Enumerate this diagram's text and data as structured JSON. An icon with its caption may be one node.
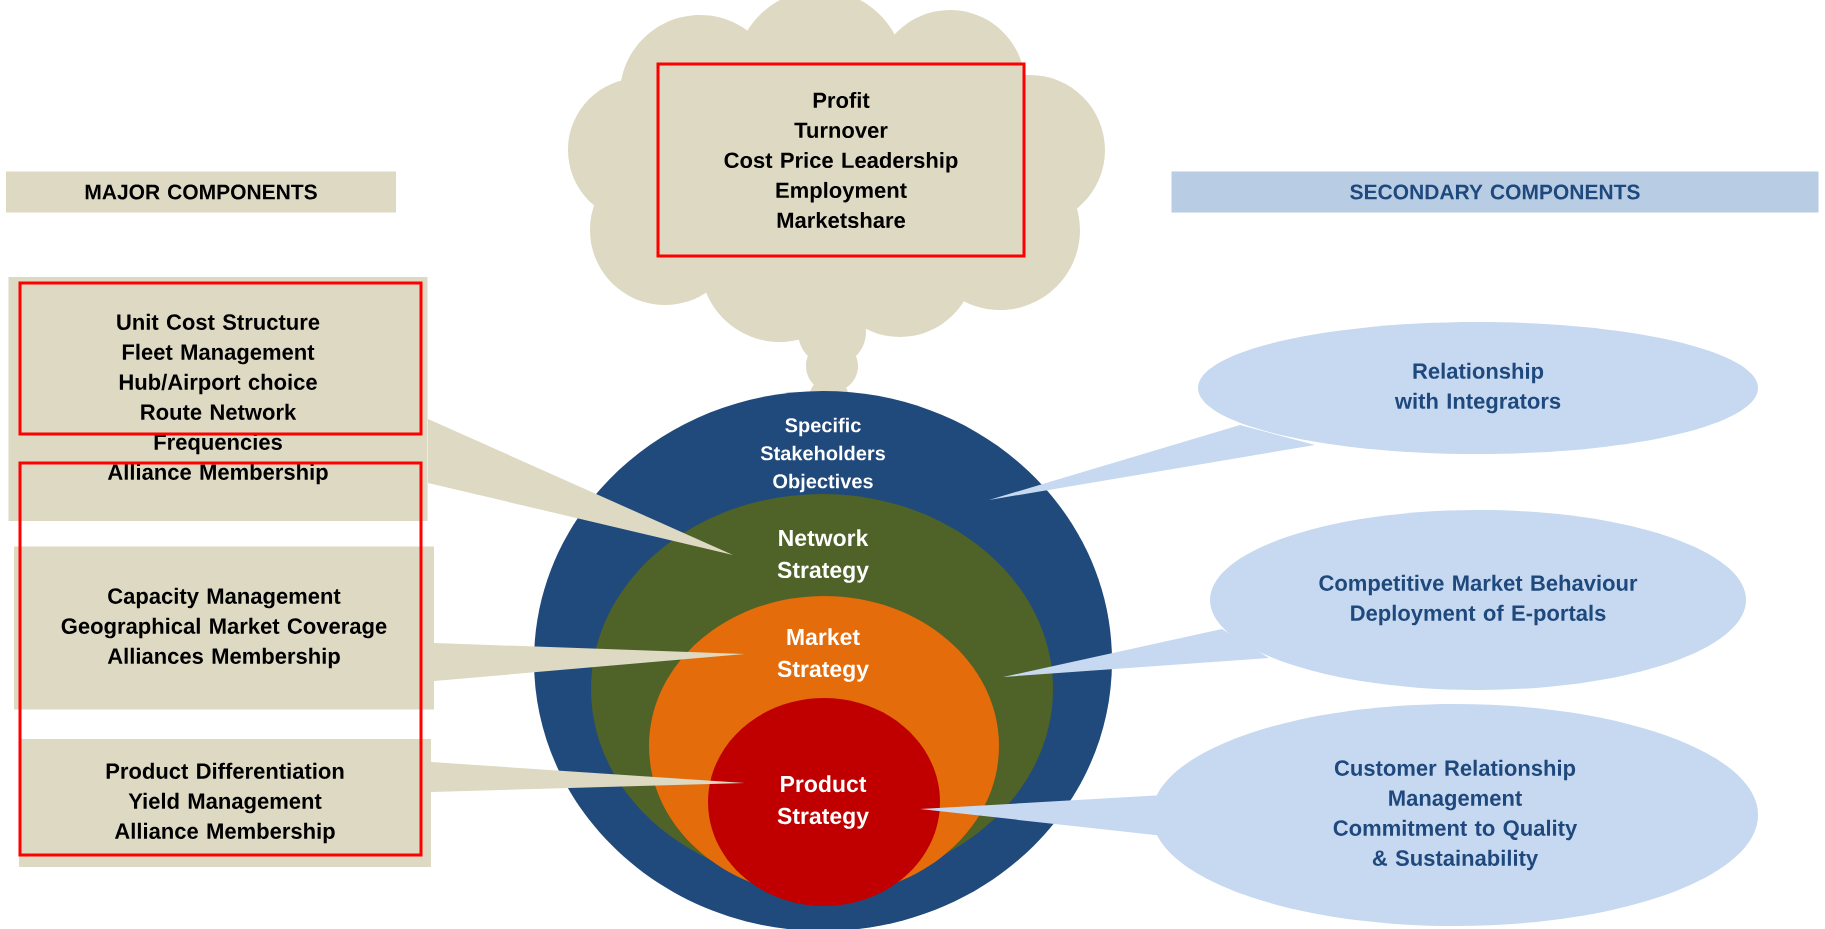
{
  "diagram": {
    "nodes": [
      {
        "text": [
          "Profit",
          "Turnover",
          "Cost Price Leadership",
          "Employment",
          "Marketshare"
        ]
      },
      {
        "text": [
          "MAJOR COMPONENTS"
        ]
      },
      {
        "text": [
          "SECONDARY COMPONENTS"
        ]
      },
      {
        "text": [
          "Unit Cost Structure",
          "Fleet Management",
          "Hub/Airport choice",
          "Route Network",
          "Frequencies",
          "Alliance Membership"
        ]
      },
      {
        "text": [
          "Capacity Management",
          "Geographical Market Coverage",
          "Alliances Membership"
        ]
      },
      {
        "text": [
          "Product Differentiation",
          "Yield Management",
          "Alliance Membership"
        ]
      },
      {
        "text": [
          "Specific Stakeholders Objectives"
        ]
      },
      {
        "text": [
          "Network Strategy"
        ],
        "in": 6
      },
      {
        "text": [
          "Market Strategy"
        ],
        "in": 7
      },
      {
        "text": [
          "Product Strategy"
        ],
        "in": 8
      },
      {
        "text": [
          "Relationship with Integrators"
        ]
      },
      {
        "text": [
          "Competitive Market Behaviour",
          "Deployment of E-portals"
        ]
      },
      {
        "text": [
          "Customer Relationship Management",
          "Commitment to Quality & Sustainability"
        ]
      }
    ],
    "edges": [
      {
        "from": 3,
        "to": 7,
        "arrow": "none"
      },
      {
        "from": 4,
        "to": 8,
        "arrow": "none"
      },
      {
        "from": 5,
        "to": 9,
        "arrow": "none"
      },
      {
        "from": 10,
        "to": 6,
        "arrow": "none",
        "color": "#c6d9f1"
      },
      {
        "from": 11,
        "to": 7,
        "arrow": "none",
        "color": "#c6d9f1"
      },
      {
        "from": 12,
        "to": 9,
        "arrow": "none",
        "color": "#c6d9f1"
      }
    ]
  }
}
